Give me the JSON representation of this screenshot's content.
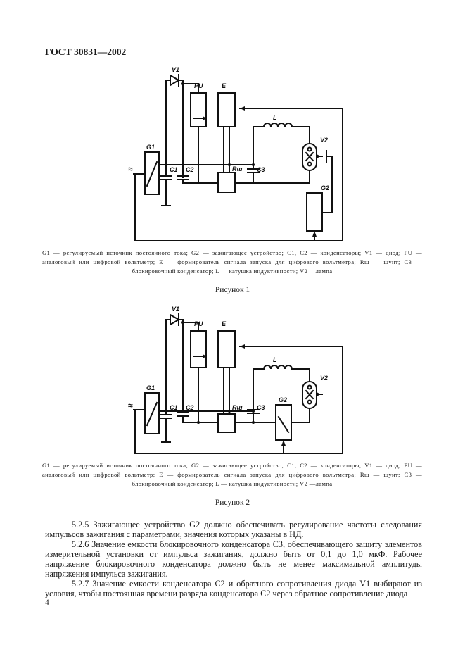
{
  "header": {
    "code": "ГОСТ 30831—2002"
  },
  "figure_labels": {
    "v1": "V1",
    "pu": "PU",
    "e": "E",
    "g1": "G1",
    "g2": "G2",
    "c1": "C1",
    "c2": "C2",
    "c3": "C3",
    "rsh": "Rш",
    "l": "L",
    "v2": "V2",
    "ac": "≈"
  },
  "figures": [
    {
      "legend": "G1 — регулируемый источник постоянного тока; G2 — зажигающее устройство; C1, C2 — конденсаторы; V1 — диод; PU — аналоговый или цифровой вольтметр; E — формирователь сигнала запуска для цифрового вольтметра; Rш — шунт; C3 — блокировочный конденсатор; L — катушка индуктивности; V2 —лампа",
      "caption": "Рисунок 1"
    },
    {
      "legend": "G1 — регулируемый источник постоянного тока; G2 — зажигающее устройство; C1, C2 — конденсаторы; V1 — диод; PU — аналоговый или цифровой вольтметр; E — формирователь сигнала запуска для цифрового вольтметра; Rш — шунт; C3 — блокировочный конденсатор; L — катушка индуктивности; V2 —лампа",
      "caption": "Рисунок 2"
    }
  ],
  "paragraphs": [
    "5.2.5 Зажигающее устройство G2 должно обеспечивать регулирование частоты следования импульсов зажигания с параметрами, значения которых указаны в НД.",
    "5.2.6 Значение емкости блокировочного конденсатора C3, обеспечивающего защиту элементов измерительной установки от импульса зажигания, должно быть от 0,1 до 1,0 мкФ. Рабочее напряжение блокировочного конденсатора должно быть не менее максимальной амплитуды напряжения импульса зажигания.",
    "5.2.7 Значение емкости конденсатора C2 и обратного сопротивления диода V1 выбирают из условия, чтобы постоянная времени разряда конденсатора C2 через обратное сопротивление диода"
  ],
  "page_number": "4"
}
